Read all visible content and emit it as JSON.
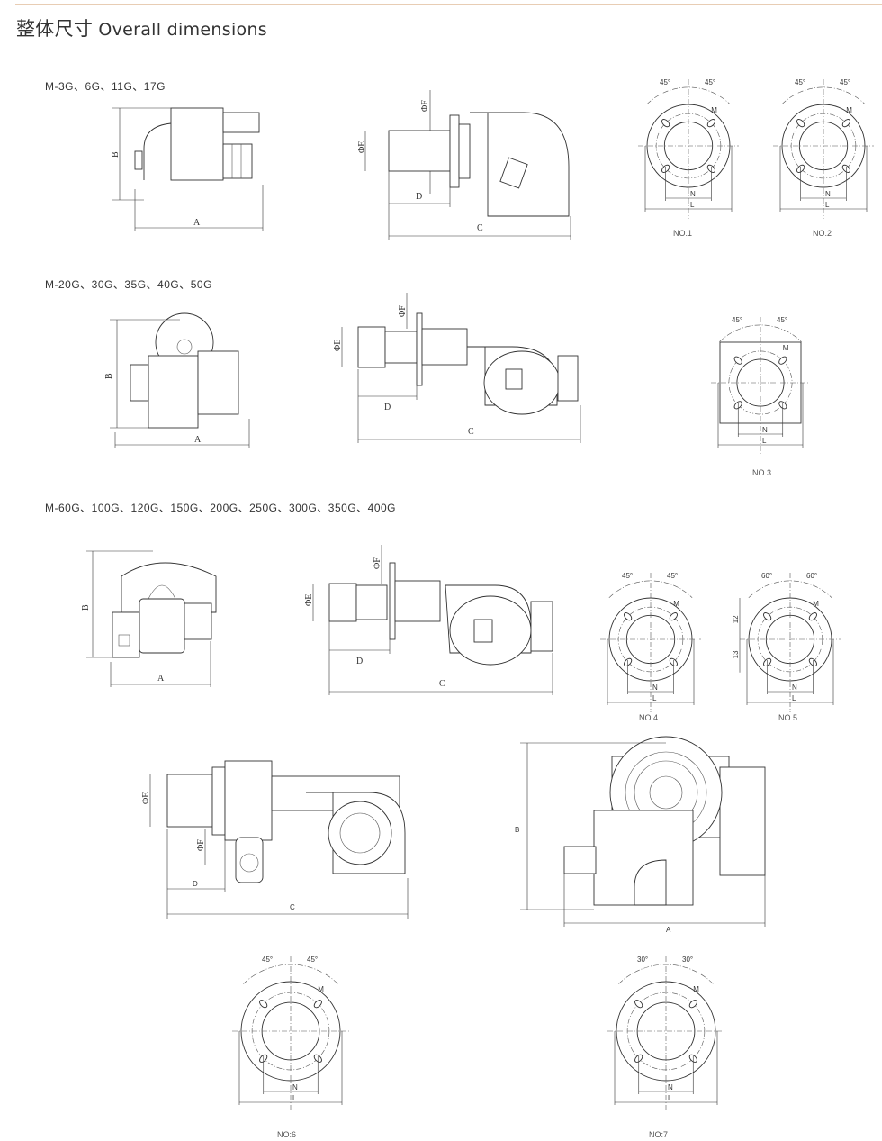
{
  "header": {
    "title_cn": "整体尺寸",
    "title_en": "Overall dimensions"
  },
  "sections": [
    {
      "models": "M-3G、6G、11G、17G",
      "front_view": {
        "a": "A",
        "b": "B"
      },
      "side_view": {
        "c": "C",
        "d": "D",
        "e": "ΦE",
        "f": "ΦF"
      }
    },
    {
      "models": "M-20G、30G、35G、40G、50G",
      "front_view": {
        "a": "A",
        "b": "B"
      },
      "side_view": {
        "c": "C",
        "d": "D",
        "e": "ΦE",
        "f": "ΦF"
      }
    },
    {
      "models": "M-60G、100G、120G、150G、200G、250G、300G、350G、400G",
      "front_view": {
        "a": "A",
        "b": "B"
      },
      "side_view": {
        "c": "C",
        "d": "D",
        "e": "ΦE",
        "f": "ΦF"
      }
    },
    {
      "models": "",
      "front_view": {
        "a": "A",
        "b": "B"
      },
      "side_view": {
        "c": "C",
        "d": "D",
        "e": "ΦE",
        "f": "ΦF"
      }
    }
  ],
  "flanges": [
    {
      "caption": "NO.1",
      "angle_left": "45°",
      "angle_right": "45°",
      "m": "M",
      "n": "N",
      "l": "L"
    },
    {
      "caption": "NO.2",
      "angle_left": "45°",
      "angle_right": "45°",
      "m": "M",
      "n": "N",
      "l": "L"
    },
    {
      "caption": "NO.3",
      "angle_left": "45°",
      "angle_right": "45°",
      "m": "M",
      "n": "N",
      "l": "L"
    },
    {
      "caption": "NO.4",
      "angle_left": "45°",
      "angle_right": "45°",
      "m": "M",
      "n": "N",
      "l": "L"
    },
    {
      "caption": "NO.5",
      "angle_left": "60°",
      "angle_right": "60°",
      "m": "M",
      "n": "N",
      "l": "L",
      "h_upper": "12",
      "h_lower": "13"
    },
    {
      "caption": "NO:6",
      "angle_left": "45°",
      "angle_right": "45°",
      "m": "M",
      "n": "N",
      "l": "L"
    },
    {
      "caption": "NO:7",
      "angle_left": "30°",
      "angle_right": "30°",
      "m": "M",
      "n": "N",
      "l": "L"
    }
  ]
}
